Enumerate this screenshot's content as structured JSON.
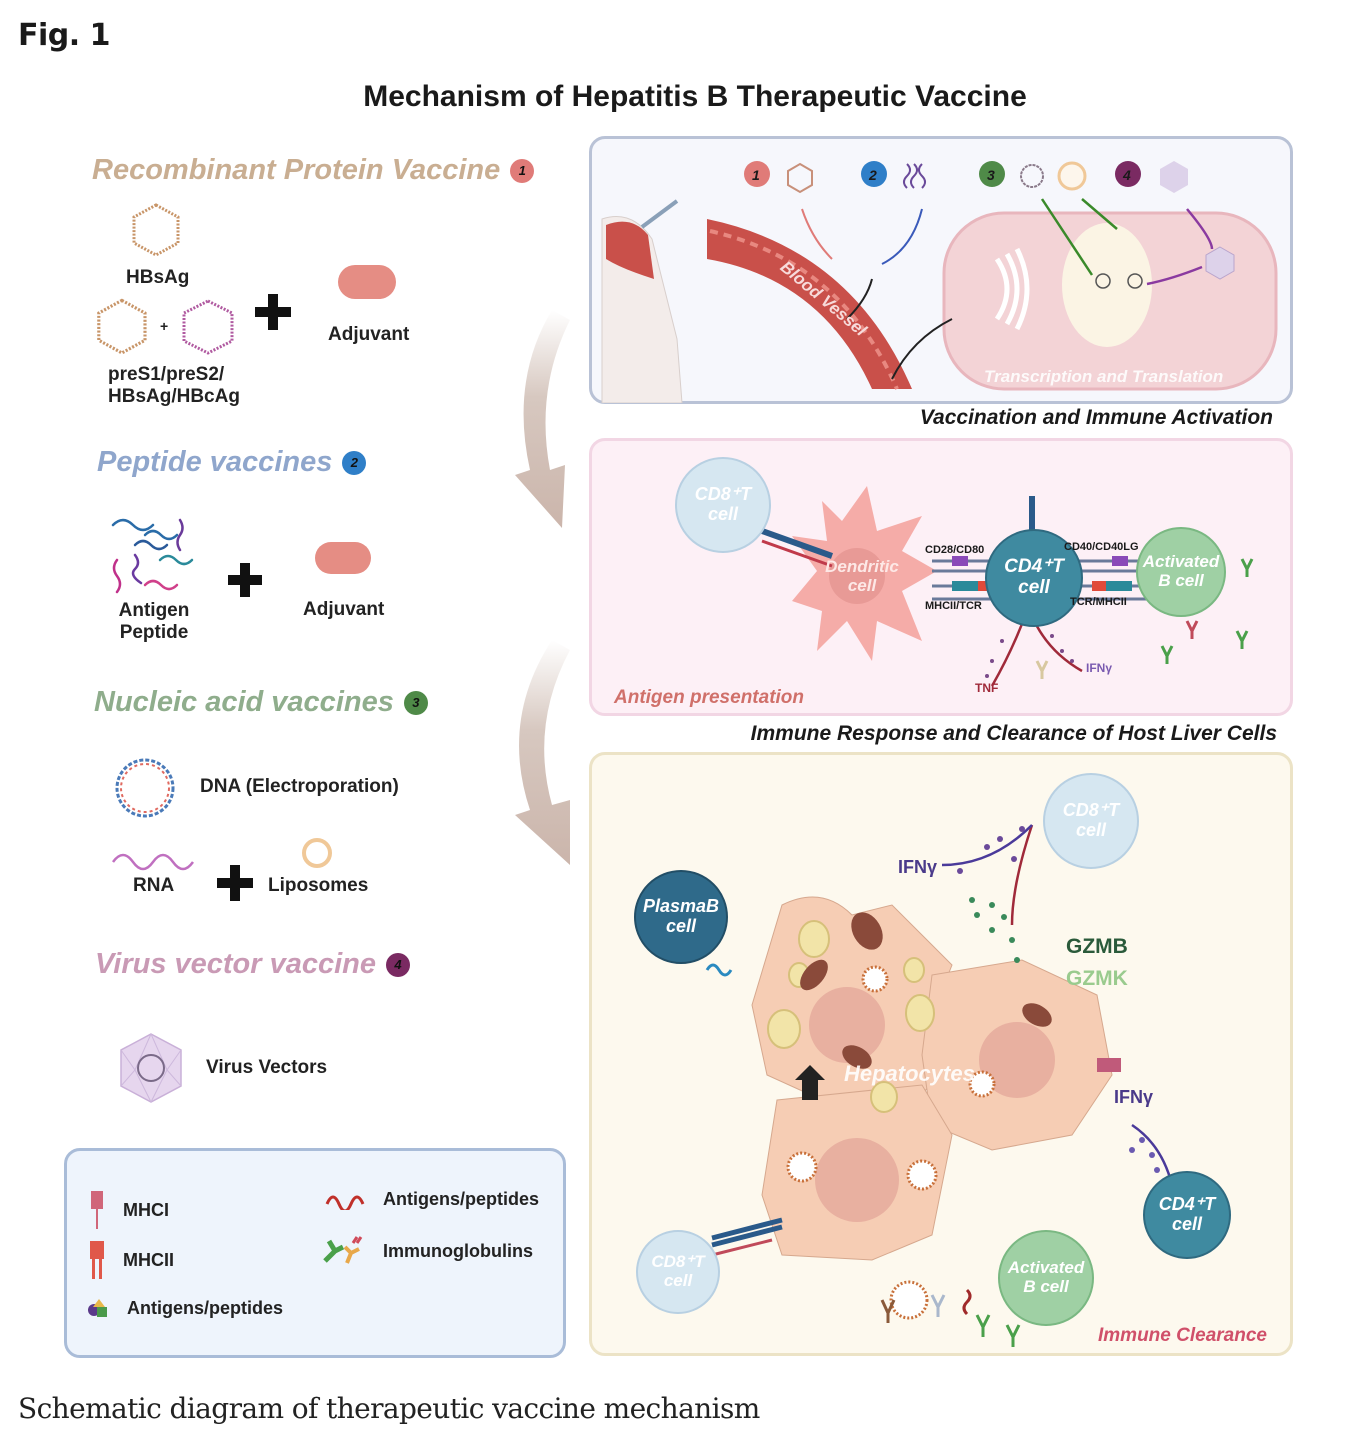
{
  "figure": {
    "label": "Fig. 1",
    "title": "Mechanism of Hepatitis B Therapeutic Vaccine",
    "caption": "Schematic diagram of therapeutic vaccine mechanism"
  },
  "vaccine_types": [
    {
      "number": "1",
      "title": "Recombinant Protein Vaccine",
      "title_color": "#c9ae92",
      "badge_color": "#e07b78",
      "components": [
        "HBsAg",
        "preS1/preS2/\nHBsAg/HBcAg",
        "Adjuvant"
      ]
    },
    {
      "number": "2",
      "title": "Peptide vaccines",
      "title_color": "#8fa6cc",
      "badge_color": "#2f7fc8",
      "components": [
        "Antigen\nPeptide",
        "Adjuvant"
      ]
    },
    {
      "number": "3",
      "title": "Nucleic acid vaccines",
      "title_color": "#8fad8c",
      "badge_color": "#4f8a48",
      "components": [
        "DNA (Electroporation)",
        "RNA",
        "Liposomes"
      ]
    },
    {
      "number": "4",
      "title": "Virus vector vaccine",
      "title_color": "#c99ab5",
      "badge_color": "#7a2a62",
      "components": [
        "Virus Vectors"
      ]
    }
  ],
  "legend": {
    "items": [
      {
        "icon": "mhci-icon",
        "label": "MHCI"
      },
      {
        "icon": "mhcii-icon",
        "label": "MHCII"
      },
      {
        "icon": "antigen-shapes-icon",
        "label": "Antigens/peptides"
      },
      {
        "icon": "antigen-wave-icon",
        "label": "Antigens/peptides"
      },
      {
        "icon": "immunoglobulin-icon",
        "label": "Immunoglobulins"
      }
    ]
  },
  "panels": {
    "vaccination": {
      "title": "Vaccination and Immune Activation",
      "blood_vessel_label": "Blood Vessel",
      "cell_label": "Transcription and Translation",
      "numbers": [
        "1",
        "2",
        "3",
        "4"
      ]
    },
    "antigen_presentation": {
      "title": "Immune Response and Clearance of Host Liver Cells",
      "corner_label": "Antigen presentation",
      "cells": {
        "cd8": "CD8⁺T\ncell",
        "dendritic": "Dendritic\ncell",
        "cd4": "CD4⁺T\ncell",
        "bcell": "Activated\nB cell"
      },
      "interactions": [
        "CD28/CD80",
        "MHCII/TCR",
        "CD40/CD40LG",
        "TCR/MHCII"
      ],
      "cytokines": [
        "TNF",
        "IFNγ"
      ]
    },
    "immune_clearance": {
      "corner_label": "Immune Clearance",
      "hepatocytes_label": "Hepatocytes",
      "cells": {
        "cd8_top": "CD8⁺T\ncell",
        "plasma": "PlasmaB\ncell",
        "cd4": "CD4⁺T\ncell",
        "cd8_bottom": "CD8⁺T\ncell",
        "bcell": "Activated\nB cell"
      },
      "cytokines": [
        "IFNγ",
        "GZMB",
        "GZMK",
        "IFNγ"
      ]
    }
  }
}
